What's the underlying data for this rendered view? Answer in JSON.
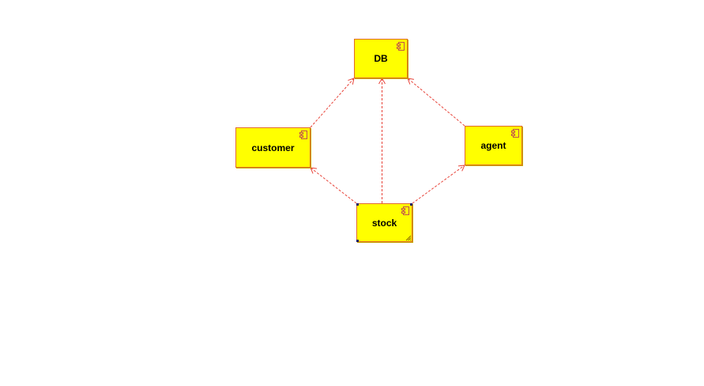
{
  "diagram": {
    "colors": {
      "component_fill": "#ffff00",
      "component_border": "#e06a2a",
      "dependency_line": "#e8443a"
    },
    "components": [
      {
        "id": "db",
        "label": "DB",
        "icon": "component-icon"
      },
      {
        "id": "customer",
        "label": "customer",
        "icon": "component-icon"
      },
      {
        "id": "agent",
        "label": "agent",
        "icon": "component-icon"
      },
      {
        "id": "stock",
        "label": "stock",
        "icon": "component-icon",
        "selected": true
      }
    ],
    "dependencies": [
      {
        "from": "customer",
        "to": "db",
        "style": "dashed"
      },
      {
        "from": "stock",
        "to": "db",
        "style": "dashed"
      },
      {
        "from": "agent",
        "to": "db",
        "style": "dashed"
      },
      {
        "from": "stock",
        "to": "customer",
        "style": "dashed"
      },
      {
        "from": "stock",
        "to": "agent",
        "style": "dashed"
      }
    ]
  }
}
